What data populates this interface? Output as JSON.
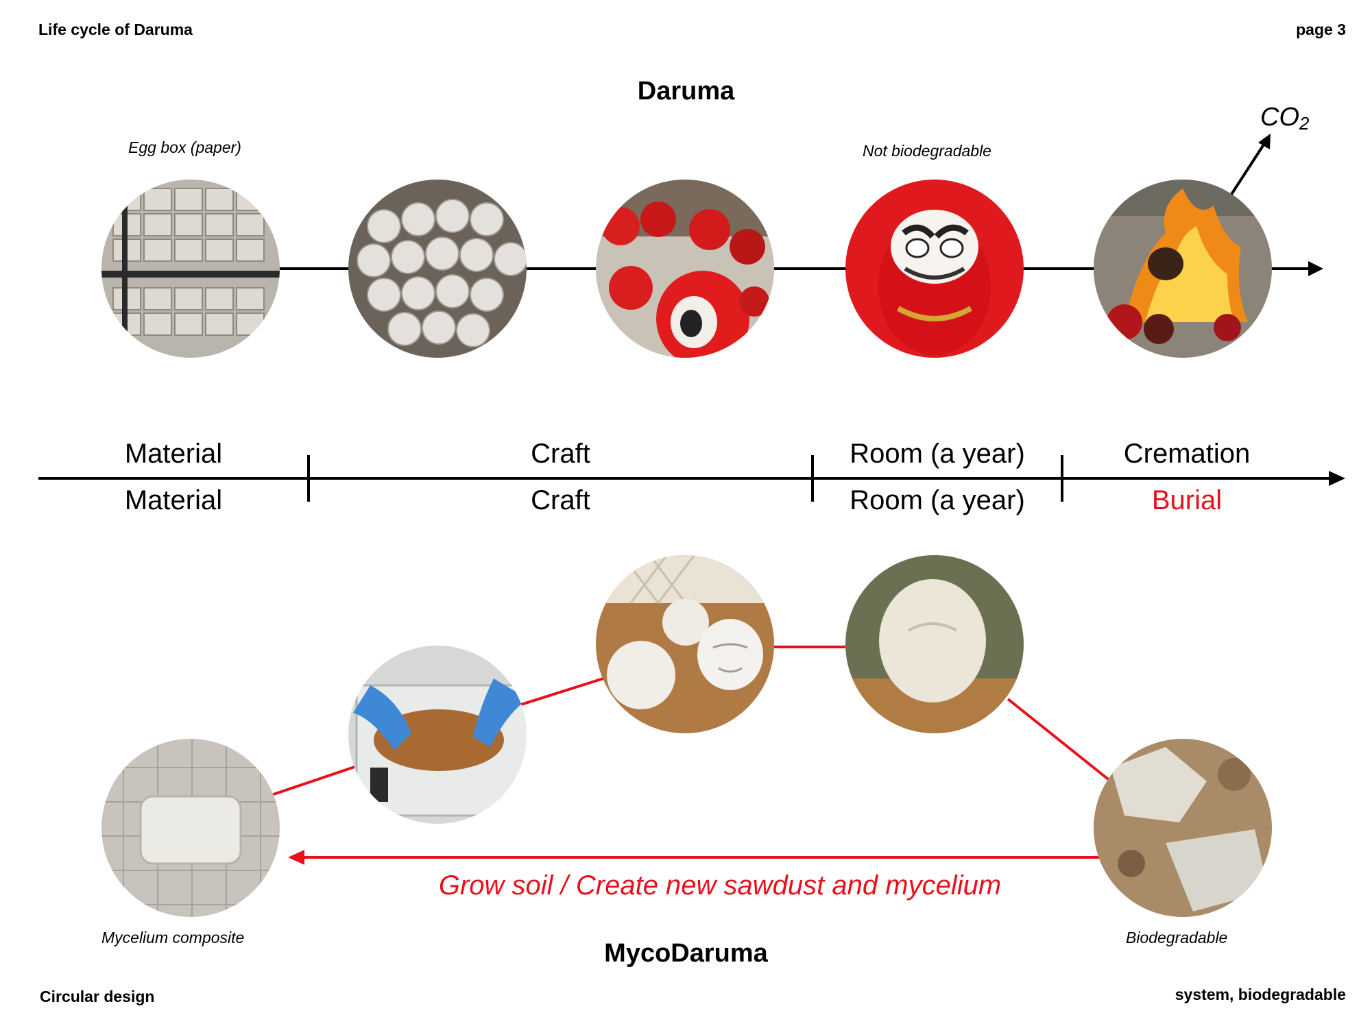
{
  "header": {
    "left": "Life cycle of Daruma",
    "right": "page 3"
  },
  "footer": {
    "left": "Circular design",
    "right": "system, biodegradable"
  },
  "titles": {
    "top": "Daruma",
    "bottom": "MycoDaruma"
  },
  "top_row": {
    "caption_first": "Egg box (paper)",
    "caption_fourth": "Not biodegradable",
    "co2": {
      "main": "CO",
      "sub": "2"
    },
    "images": [
      {
        "name": "egg-box-paper-photo"
      },
      {
        "name": "white-molds-photo"
      },
      {
        "name": "red-daruma-group-photo"
      },
      {
        "name": "red-daruma-photo"
      },
      {
        "name": "burning-daruma-photo"
      }
    ]
  },
  "stages": {
    "top": [
      "Material",
      "Craft",
      "Room (a year)",
      "Cremation"
    ],
    "bottom": [
      "Material",
      "Craft",
      "Room (a year)",
      "Burial"
    ]
  },
  "bottom_row": {
    "caption_first": "Mycelium composite",
    "caption_last": "Biodegradable",
    "return_label": "Grow soil / Create new sawdust and mycelium",
    "images": [
      {
        "name": "mycelium-block-photo"
      },
      {
        "name": "mixing-sawdust-photo"
      },
      {
        "name": "white-mycelium-balls-photo"
      },
      {
        "name": "mycelium-daruma-photo"
      },
      {
        "name": "decomposed-mycelium-photo"
      }
    ]
  },
  "colors": {
    "accent_red": "#e8101b",
    "line_black": "#000000"
  }
}
